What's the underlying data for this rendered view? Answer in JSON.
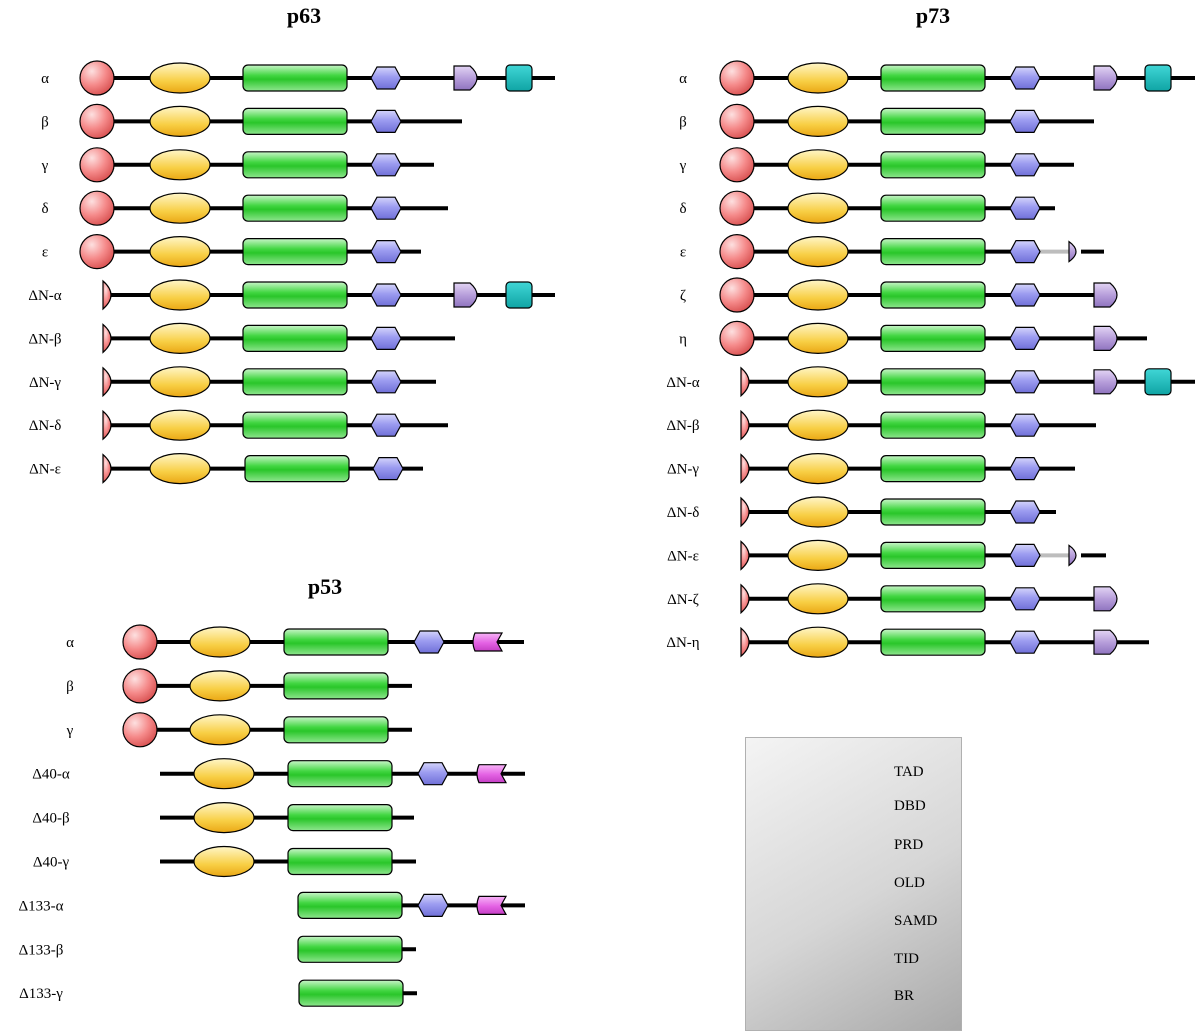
{
  "panels": [
    {
      "id": "p63",
      "title": "p63",
      "rows": [
        {
          "label": "α",
          "domains": [
            "TAD",
            "PRD",
            "DBD",
            "OLD",
            "SAMD",
            "TID"
          ]
        },
        {
          "label": "β",
          "domains": [
            "TAD",
            "PRD",
            "DBD",
            "OLD"
          ]
        },
        {
          "label": "γ",
          "domains": [
            "TAD",
            "PRD",
            "DBD",
            "OLD"
          ]
        },
        {
          "label": "δ",
          "domains": [
            "TAD",
            "PRD",
            "DBD",
            "OLD"
          ]
        },
        {
          "label": "ε",
          "domains": [
            "TAD",
            "PRD",
            "DBD",
            "OLD"
          ]
        },
        {
          "label": "ΔN-α",
          "domains": [
            "TAD-half",
            "PRD",
            "DBD",
            "OLD",
            "SAMD",
            "TID"
          ]
        },
        {
          "label": "ΔN-β",
          "domains": [
            "TAD-half",
            "PRD",
            "DBD",
            "OLD"
          ]
        },
        {
          "label": "ΔN-γ",
          "domains": [
            "TAD-half",
            "PRD",
            "DBD",
            "OLD"
          ]
        },
        {
          "label": "ΔN-δ",
          "domains": [
            "TAD-half",
            "PRD",
            "DBD",
            "OLD"
          ]
        },
        {
          "label": "ΔN-ε",
          "domains": [
            "TAD-half",
            "PRD",
            "DBD",
            "OLD"
          ]
        }
      ]
    },
    {
      "id": "p73",
      "title": "p73",
      "rows": [
        {
          "label": "α",
          "domains": [
            "TAD",
            "PRD",
            "DBD",
            "OLD",
            "SAMD",
            "TID"
          ]
        },
        {
          "label": "β",
          "domains": [
            "TAD",
            "PRD",
            "DBD",
            "OLD"
          ]
        },
        {
          "label": "γ",
          "domains": [
            "TAD",
            "PRD",
            "DBD",
            "OLD"
          ]
        },
        {
          "label": "δ",
          "domains": [
            "TAD",
            "PRD",
            "DBD",
            "OLD"
          ]
        },
        {
          "label": "ε",
          "domains": [
            "TAD",
            "PRD",
            "DBD",
            "OLD",
            "SAMD-partial"
          ]
        },
        {
          "label": "ζ",
          "domains": [
            "TAD",
            "PRD",
            "DBD",
            "OLD",
            "SAMD"
          ]
        },
        {
          "label": "η",
          "domains": [
            "TAD",
            "PRD",
            "DBD",
            "OLD",
            "SAMD"
          ]
        },
        {
          "label": "ΔN-α",
          "domains": [
            "TAD-half",
            "PRD",
            "DBD",
            "OLD",
            "SAMD",
            "TID"
          ]
        },
        {
          "label": "ΔN-β",
          "domains": [
            "TAD-half",
            "PRD",
            "DBD",
            "OLD"
          ]
        },
        {
          "label": "ΔN-γ",
          "domains": [
            "TAD-half",
            "PRD",
            "DBD",
            "OLD"
          ]
        },
        {
          "label": "ΔN-δ",
          "domains": [
            "TAD-half",
            "PRD",
            "DBD",
            "OLD"
          ]
        },
        {
          "label": "ΔN-ε",
          "domains": [
            "TAD-half",
            "PRD",
            "DBD",
            "OLD",
            "SAMD-partial"
          ]
        },
        {
          "label": "ΔN-ζ",
          "domains": [
            "TAD-half",
            "PRD",
            "DBD",
            "OLD",
            "SAMD"
          ]
        },
        {
          "label": "ΔN-η",
          "domains": [
            "TAD-half",
            "PRD",
            "DBD",
            "OLD",
            "SAMD"
          ]
        }
      ]
    },
    {
      "id": "p53",
      "title": "p53",
      "rows": [
        {
          "label": "α",
          "domains": [
            "TAD",
            "PRD",
            "DBD",
            "OLD",
            "BR"
          ]
        },
        {
          "label": "β",
          "domains": [
            "TAD",
            "PRD",
            "DBD"
          ]
        },
        {
          "label": "γ",
          "domains": [
            "TAD",
            "PRD",
            "DBD"
          ]
        },
        {
          "label": "Δ40-α",
          "domains": [
            "PRD",
            "DBD",
            "OLD",
            "BR"
          ]
        },
        {
          "label": "Δ40-β",
          "domains": [
            "PRD",
            "DBD"
          ]
        },
        {
          "label": "Δ40-γ",
          "domains": [
            "PRD",
            "DBD"
          ]
        },
        {
          "label": "Δ133-α",
          "domains": [
            "DBD",
            "OLD",
            "BR"
          ]
        },
        {
          "label": "Δ133-β",
          "domains": [
            "DBD"
          ]
        },
        {
          "label": "Δ133-γ",
          "domains": [
            "DBD"
          ]
        }
      ]
    }
  ],
  "legend": [
    {
      "key": "TAD",
      "label": "TAD"
    },
    {
      "key": "DBD",
      "label": "DBD"
    },
    {
      "key": "PRD",
      "label": "PRD"
    },
    {
      "key": "OLD",
      "label": "OLD"
    },
    {
      "key": "SAMD",
      "label": "SAMD"
    },
    {
      "key": "TID",
      "label": "TID"
    },
    {
      "key": "BR",
      "label": "BR"
    }
  ],
  "colors": {
    "TAD": "#f47c7c",
    "PRD": "#f6c12f",
    "DBD": "#2fc12f",
    "OLD": "#8f8fe8",
    "SAMD": "#a98fd0",
    "TID": "#1bbfbf",
    "BR": "#e05fe0",
    "line": "#000000"
  }
}
